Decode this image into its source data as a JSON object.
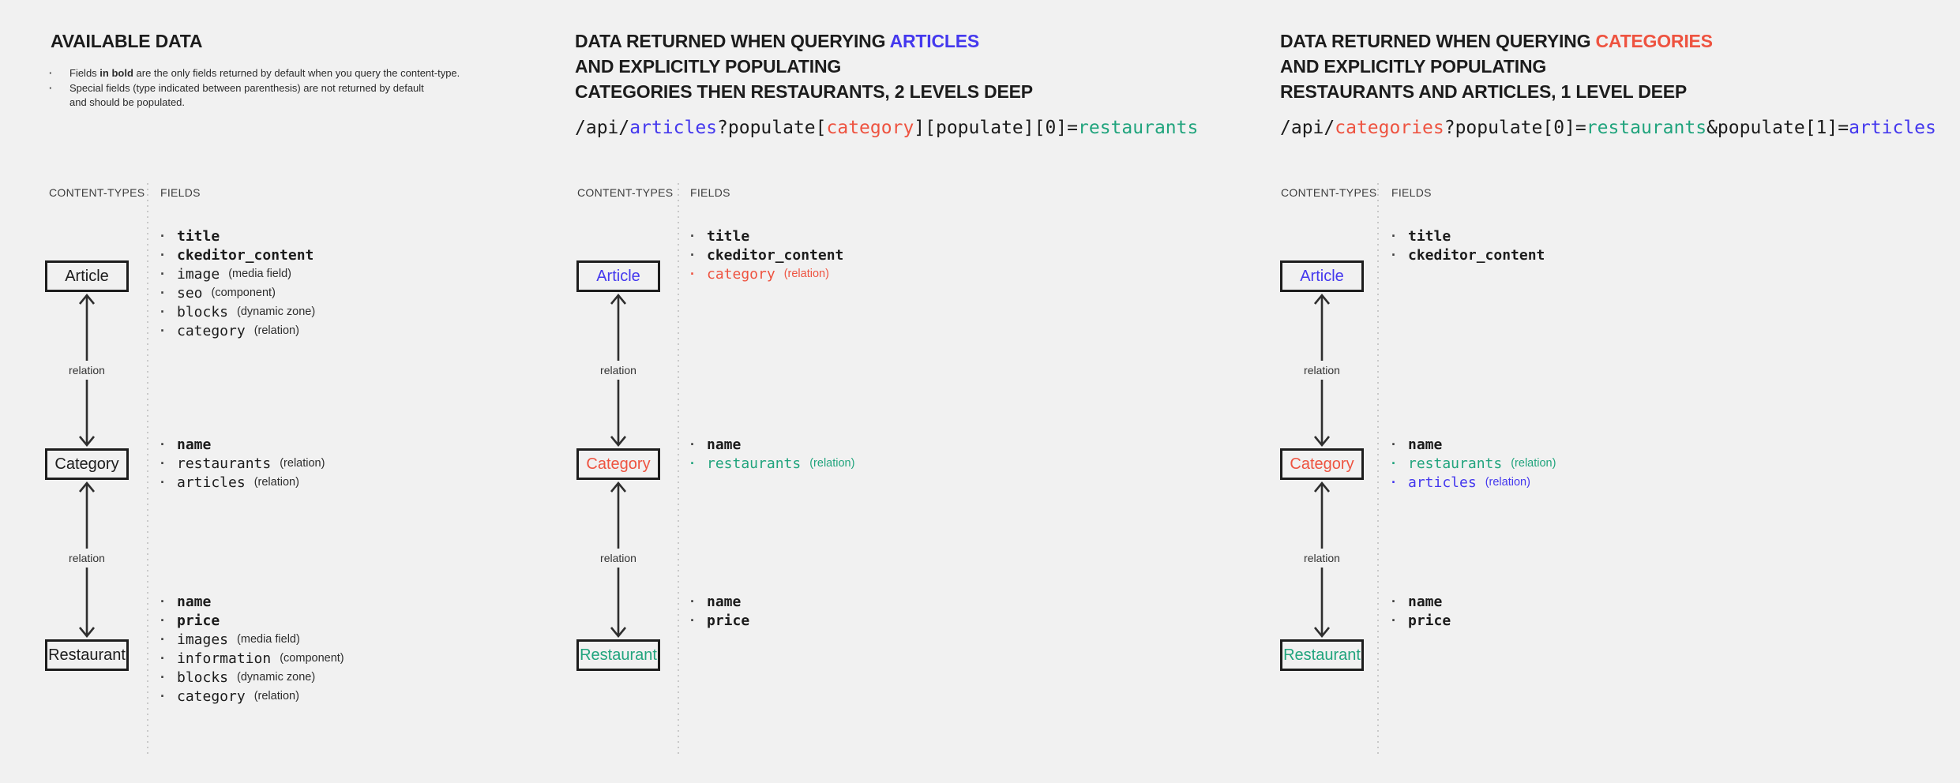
{
  "colors": {
    "background": "#f1f1f1",
    "text": "#1c1c1c",
    "muted": "#3c3c3c",
    "blue": "#4438ee",
    "red": "#ee5340",
    "teal": "#21a47d",
    "arrow": "#2e2e2e",
    "border": "#1d1d1d",
    "dotted": "#c9c9c9",
    "note": "#2b2b2b"
  },
  "labels": {
    "content_types": "CONTENT-TYPES",
    "fields": "FIELDS",
    "relation": "relation"
  },
  "columns": [
    {
      "name": "available-data",
      "title_lines": [
        [
          {
            "t": "AVAILABLE DATA"
          }
        ]
      ],
      "notes": [
        [
          {
            "t": "Fields "
          },
          {
            "t": "in bold",
            "b": true
          },
          {
            "t": " are the only fields returned by default when you query the content-type."
          }
        ],
        [
          {
            "t": "Special fields (type indicated between parenthesis) are not returned by default\nand should be populated."
          }
        ]
      ],
      "boxes": [
        {
          "label": "Article"
        },
        {
          "label": "Category"
        },
        {
          "label": "Restaurant"
        }
      ],
      "sections": {
        "article": [
          {
            "name": "title",
            "bold": true
          },
          {
            "name": "ckeditor_content",
            "bold": true
          },
          {
            "name": "image",
            "type": "(media field)"
          },
          {
            "name": "seo",
            "type": "(component)"
          },
          {
            "name": "blocks",
            "type": "(dynamic zone)"
          },
          {
            "name": "category",
            "type": "(relation)"
          }
        ],
        "category": [
          {
            "name": "name",
            "bold": true
          },
          {
            "name": "restaurants",
            "type": "(relation)"
          },
          {
            "name": "articles",
            "type": "(relation)"
          }
        ],
        "restaurant": [
          {
            "name": "name",
            "bold": true
          },
          {
            "name": "price",
            "bold": true
          },
          {
            "name": "images",
            "type": "(media field)"
          },
          {
            "name": "information",
            "type": "(component)"
          },
          {
            "name": "blocks",
            "type": "(dynamic zone)"
          },
          {
            "name": "category",
            "type": "(relation)"
          }
        ]
      }
    },
    {
      "name": "query-articles",
      "title_lines": [
        [
          {
            "t": "DATA RETURNED WHEN QUERYING "
          },
          {
            "t": "ARTICLES",
            "c": "blue"
          }
        ],
        [
          {
            "t": "AND EXPLICITLY POPULATING"
          }
        ],
        [
          {
            "t": "CATEGORIES THEN RESTAURANTS, 2 LEVELS DEEP"
          }
        ]
      ],
      "api_segments": [
        {
          "t": "/api/"
        },
        {
          "t": "articles",
          "c": "blue"
        },
        {
          "t": "?populate["
        },
        {
          "t": "category",
          "c": "red"
        },
        {
          "t": "][populate][0]="
        },
        {
          "t": "restaurants",
          "c": "teal"
        }
      ],
      "boxes": [
        {
          "label": "Article",
          "color": "blue"
        },
        {
          "label": "Category",
          "color": "red"
        },
        {
          "label": "Restaurant",
          "color": "teal"
        }
      ],
      "sections": {
        "article": [
          {
            "name": "title",
            "bold": true
          },
          {
            "name": "ckeditor_content",
            "bold": true
          },
          {
            "name": "category",
            "type": "(relation)",
            "color": "red"
          }
        ],
        "category": [
          {
            "name": "name",
            "bold": true
          },
          {
            "name": "restaurants",
            "type": "(relation)",
            "color": "teal"
          }
        ],
        "restaurant": [
          {
            "name": "name",
            "bold": true
          },
          {
            "name": "price",
            "bold": true
          }
        ]
      }
    },
    {
      "name": "query-categories",
      "title_lines": [
        [
          {
            "t": "DATA RETURNED WHEN QUERYING "
          },
          {
            "t": "CATEGORIES",
            "c": "red"
          }
        ],
        [
          {
            "t": "AND EXPLICITLY POPULATING"
          }
        ],
        [
          {
            "t": "RESTAURANTS AND ARTICLES, 1 LEVEL DEEP"
          }
        ]
      ],
      "api_segments": [
        {
          "t": "/api/"
        },
        {
          "t": "categories",
          "c": "red"
        },
        {
          "t": "?populate[0]="
        },
        {
          "t": "restaurants",
          "c": "teal"
        },
        {
          "t": "&populate[1]="
        },
        {
          "t": "articles",
          "c": "blue"
        }
      ],
      "boxes": [
        {
          "label": "Article",
          "color": "blue"
        },
        {
          "label": "Category",
          "color": "red"
        },
        {
          "label": "Restaurant",
          "color": "teal"
        }
      ],
      "sections": {
        "article": [
          {
            "name": "title",
            "bold": true
          },
          {
            "name": "ckeditor_content",
            "bold": true
          }
        ],
        "category": [
          {
            "name": "name",
            "bold": true
          },
          {
            "name": "restaurants",
            "type": "(relation)",
            "color": "teal"
          },
          {
            "name": "articles",
            "type": "(relation)",
            "color": "blue"
          }
        ],
        "restaurant": [
          {
            "name": "name",
            "bold": true
          },
          {
            "name": "price",
            "bold": true
          }
        ]
      }
    }
  ]
}
